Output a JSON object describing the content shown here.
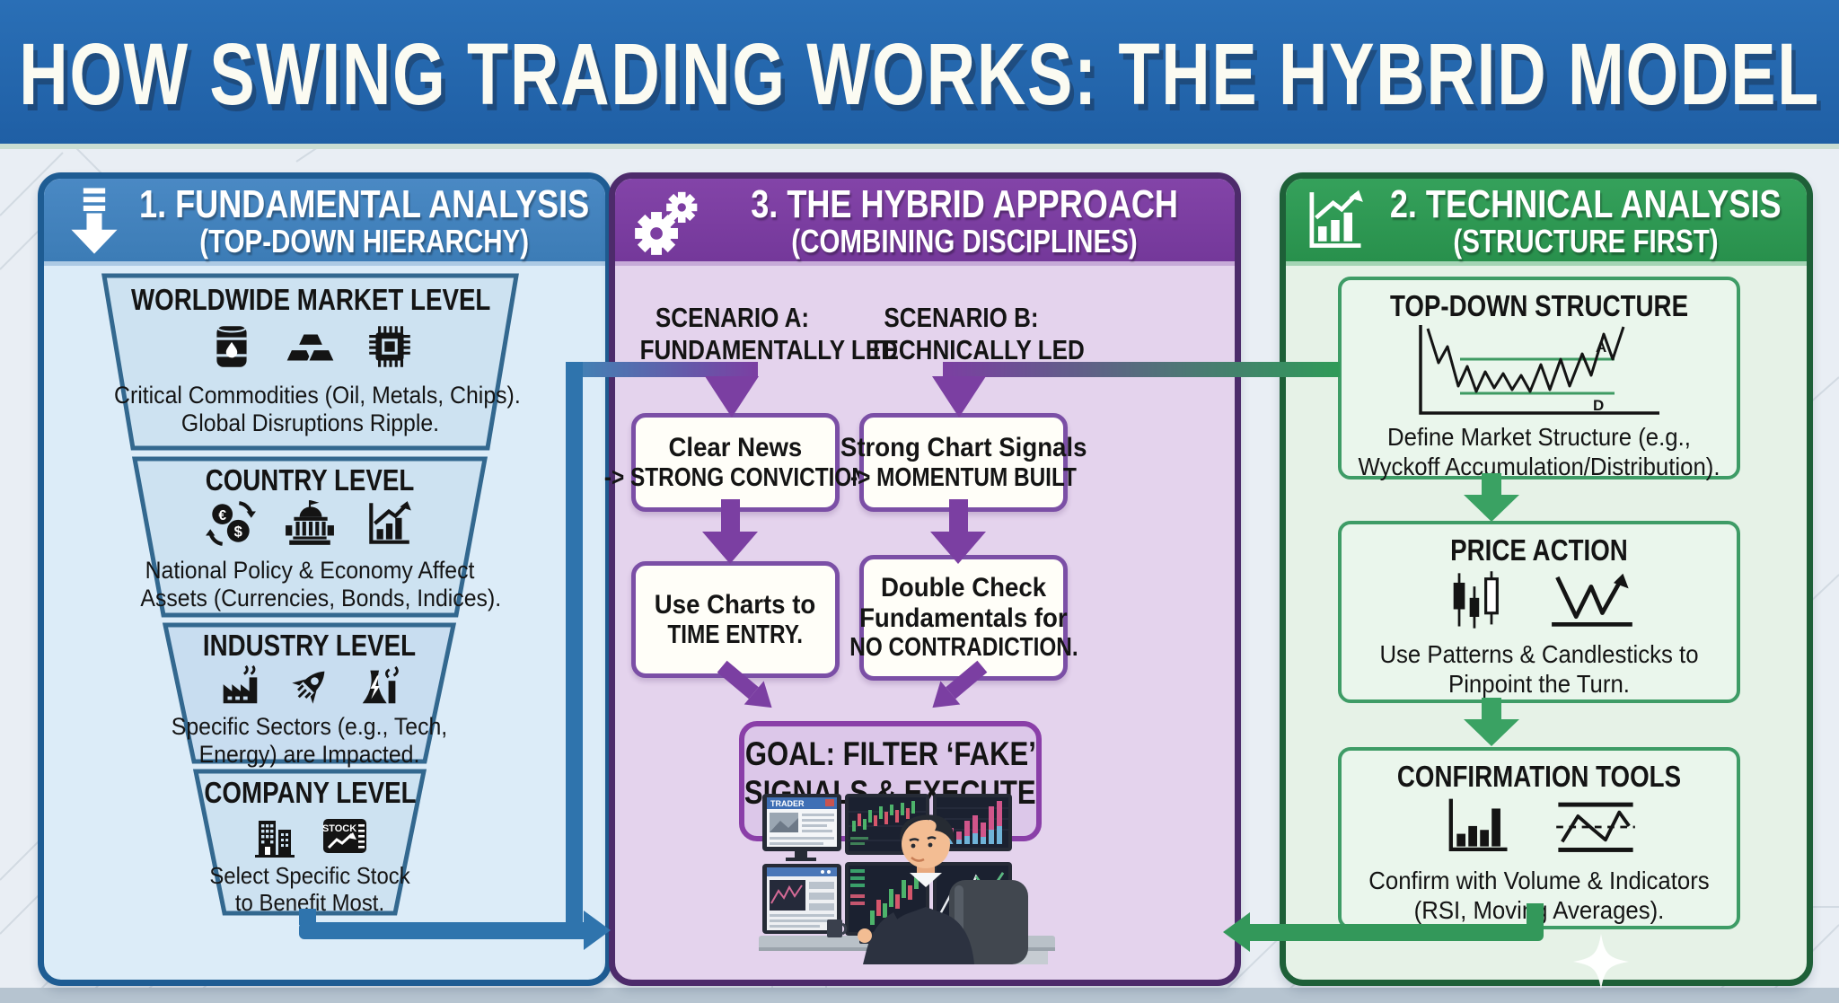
{
  "page": {
    "title": "HOW SWING TRADING WORKS: THE HYBRID MODEL",
    "colors": {
      "banner_bg": "#2267ae",
      "background": "#e9eef4",
      "blue_header": "#4181bd",
      "blue_accent": "#2f74ad",
      "purple_header": "#7c3da1",
      "purple_accent": "#7b3fa2",
      "green_header": "#2f9953",
      "green_accent": "#33985a"
    }
  },
  "fundamental": {
    "title": "1. FUNDAMENTAL ANALYSIS",
    "subtitle": "(TOP-DOWN HIERARCHY)",
    "header_icon": "down-arrow-icon",
    "levels": [
      {
        "title": "WORLDWIDE MARKET LEVEL",
        "icons": [
          "oil-barrel-icon",
          "gold-ingots-icon",
          "cpu-chip-icon"
        ],
        "lines": [
          "Critical Commodities (Oil, Metals, Chips).",
          "Global Disruptions Ripple."
        ]
      },
      {
        "title": "COUNTRY LEVEL",
        "icons": [
          "currency-exchange-icon",
          "government-building-icon",
          "growth-chart-icon"
        ],
        "lines": [
          "National Policy & Economy Affect",
          "Assets (Currencies, Bonds, Indices)."
        ]
      },
      {
        "title": "INDUSTRY LEVEL",
        "icons": [
          "factory-icon",
          "rocket-icon",
          "power-plant-icon"
        ],
        "lines": [
          "Specific Sectors (e.g., Tech,",
          "Energy) are Impacted."
        ]
      },
      {
        "title": "COMPANY LEVEL",
        "icons": [
          "office-buildings-icon",
          "stock-screen-icon"
        ],
        "lines": [
          "Select Specific Stock",
          "to Benefit Most."
        ]
      }
    ]
  },
  "hybrid": {
    "title": "3. THE HYBRID APPROACH",
    "subtitle": "(COMBINING DISCIPLINES)",
    "header_icon": "gears-icon",
    "scenario_a": {
      "title": "SCENARIO A:",
      "subtitle": "FUNDAMENTALLY LED",
      "step1": {
        "line1": "Clear News",
        "line2": "-> STRONG CONVICTION"
      },
      "step2": {
        "line1": "Use Charts to",
        "line2": "TIME ENTRY."
      }
    },
    "scenario_b": {
      "title": "SCENARIO B:",
      "subtitle": "TECHNICALLY LED",
      "step1": {
        "line1": "Strong Chart Signals",
        "line2": "-> MOMENTUM BUILT"
      },
      "step2": {
        "line1": "Double Check",
        "line2": "Fundamentals for",
        "line3": "NO CONTRADICTION."
      }
    },
    "goal": {
      "line1": "GOAL: FILTER ‘FAKE’",
      "line2": "SIGNALS & EXECUTE"
    },
    "illustration": {
      "description": "trader at six-monitor trading desk",
      "monitor_label": "TRADER"
    }
  },
  "technical": {
    "title": "2. TECHNICAL ANALYSIS",
    "subtitle": "(STRUCTURE FIRST)",
    "header_icon": "bar-line-chart-icon",
    "steps": [
      {
        "title": "TOP-DOWN STRUCTURE",
        "icons": [
          "market-structure-sketch"
        ],
        "chart_labels": {
          "top": "A",
          "bottom": "D"
        },
        "lines": [
          "Define Market Structure (e.g.,",
          "Wyckoff Accumulation/Distribution)."
        ]
      },
      {
        "title": "PRICE ACTION",
        "icons": [
          "candlesticks-icon",
          "w-reversal-icon"
        ],
        "lines": [
          "Use Patterns & Candlesticks to",
          "Pinpoint the Turn."
        ]
      },
      {
        "title": "CONFIRMATION TOOLS",
        "icons": [
          "volume-bars-icon",
          "indicator-line-icon"
        ],
        "lines": [
          "Confirm with Volume & Indicators",
          "(RSI, Moving Averages)."
        ]
      }
    ]
  }
}
